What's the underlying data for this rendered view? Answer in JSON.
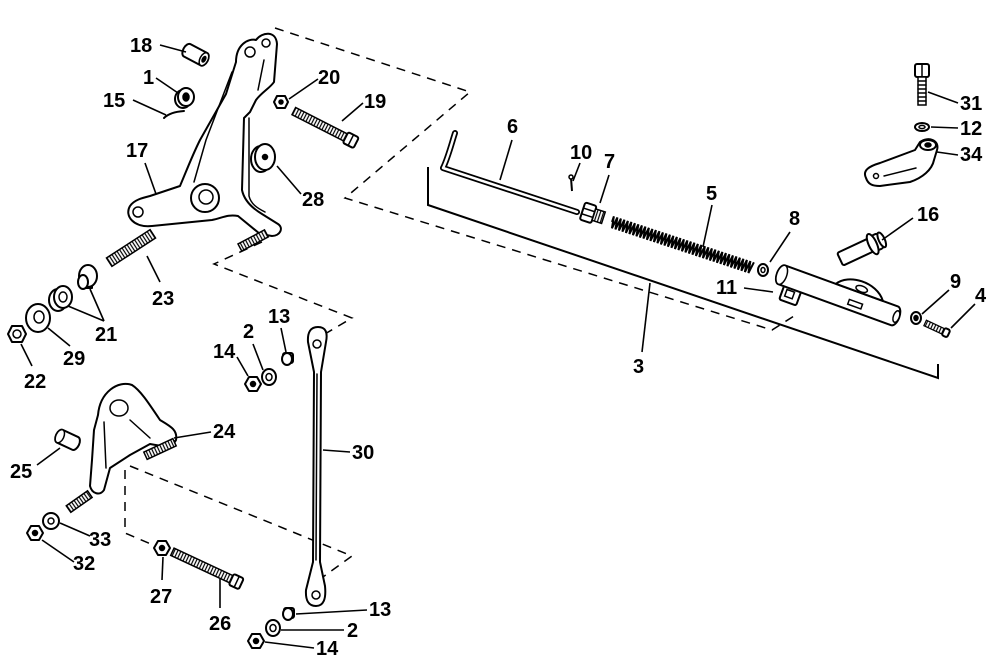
{
  "colors": {
    "ink": "#000000",
    "background": "#ffffff"
  },
  "callouts": {
    "p18": "18",
    "p1": "1",
    "p15": "15",
    "p20": "20",
    "p19": "19",
    "p17": "17",
    "p28": "28",
    "p23": "23",
    "p21": "21",
    "p29": "29",
    "p22": "22",
    "p2_top": "2",
    "p13_top": "13",
    "p14_top": "14",
    "p30": "30",
    "p24": "24",
    "p25": "25",
    "p33": "33",
    "p32": "32",
    "p27": "27",
    "p26": "26",
    "p13_bottom": "13",
    "p2_bottom": "2",
    "p14_bottom": "14",
    "p6": "6",
    "p10": "10",
    "p7": "7",
    "p5": "5",
    "p8": "8",
    "p16": "16",
    "p31": "31",
    "p12": "12",
    "p34": "34",
    "p9": "9",
    "p4": "4",
    "p11": "11",
    "p3": "3"
  }
}
